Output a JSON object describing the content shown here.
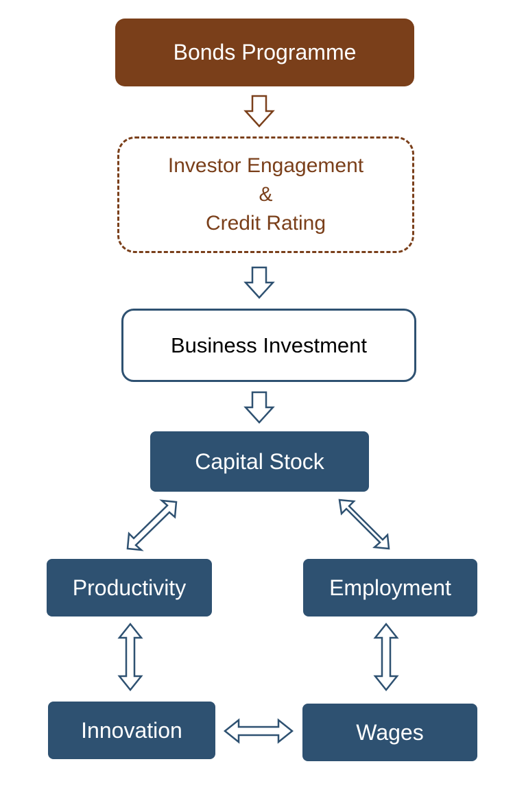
{
  "nodes": {
    "bonds_programme": "Bonds Programme",
    "investor_engagement": {
      "line1": "Investor Engagement",
      "line2": "&",
      "line3": "Credit Rating"
    },
    "business_investment": "Business Investment",
    "capital_stock": "Capital Stock",
    "productivity": "Productivity",
    "employment": "Employment",
    "innovation": "Innovation",
    "wages": "Wages"
  },
  "colors": {
    "brown": "#7a3f1a",
    "navy": "#2e5171",
    "white": "#ffffff"
  }
}
